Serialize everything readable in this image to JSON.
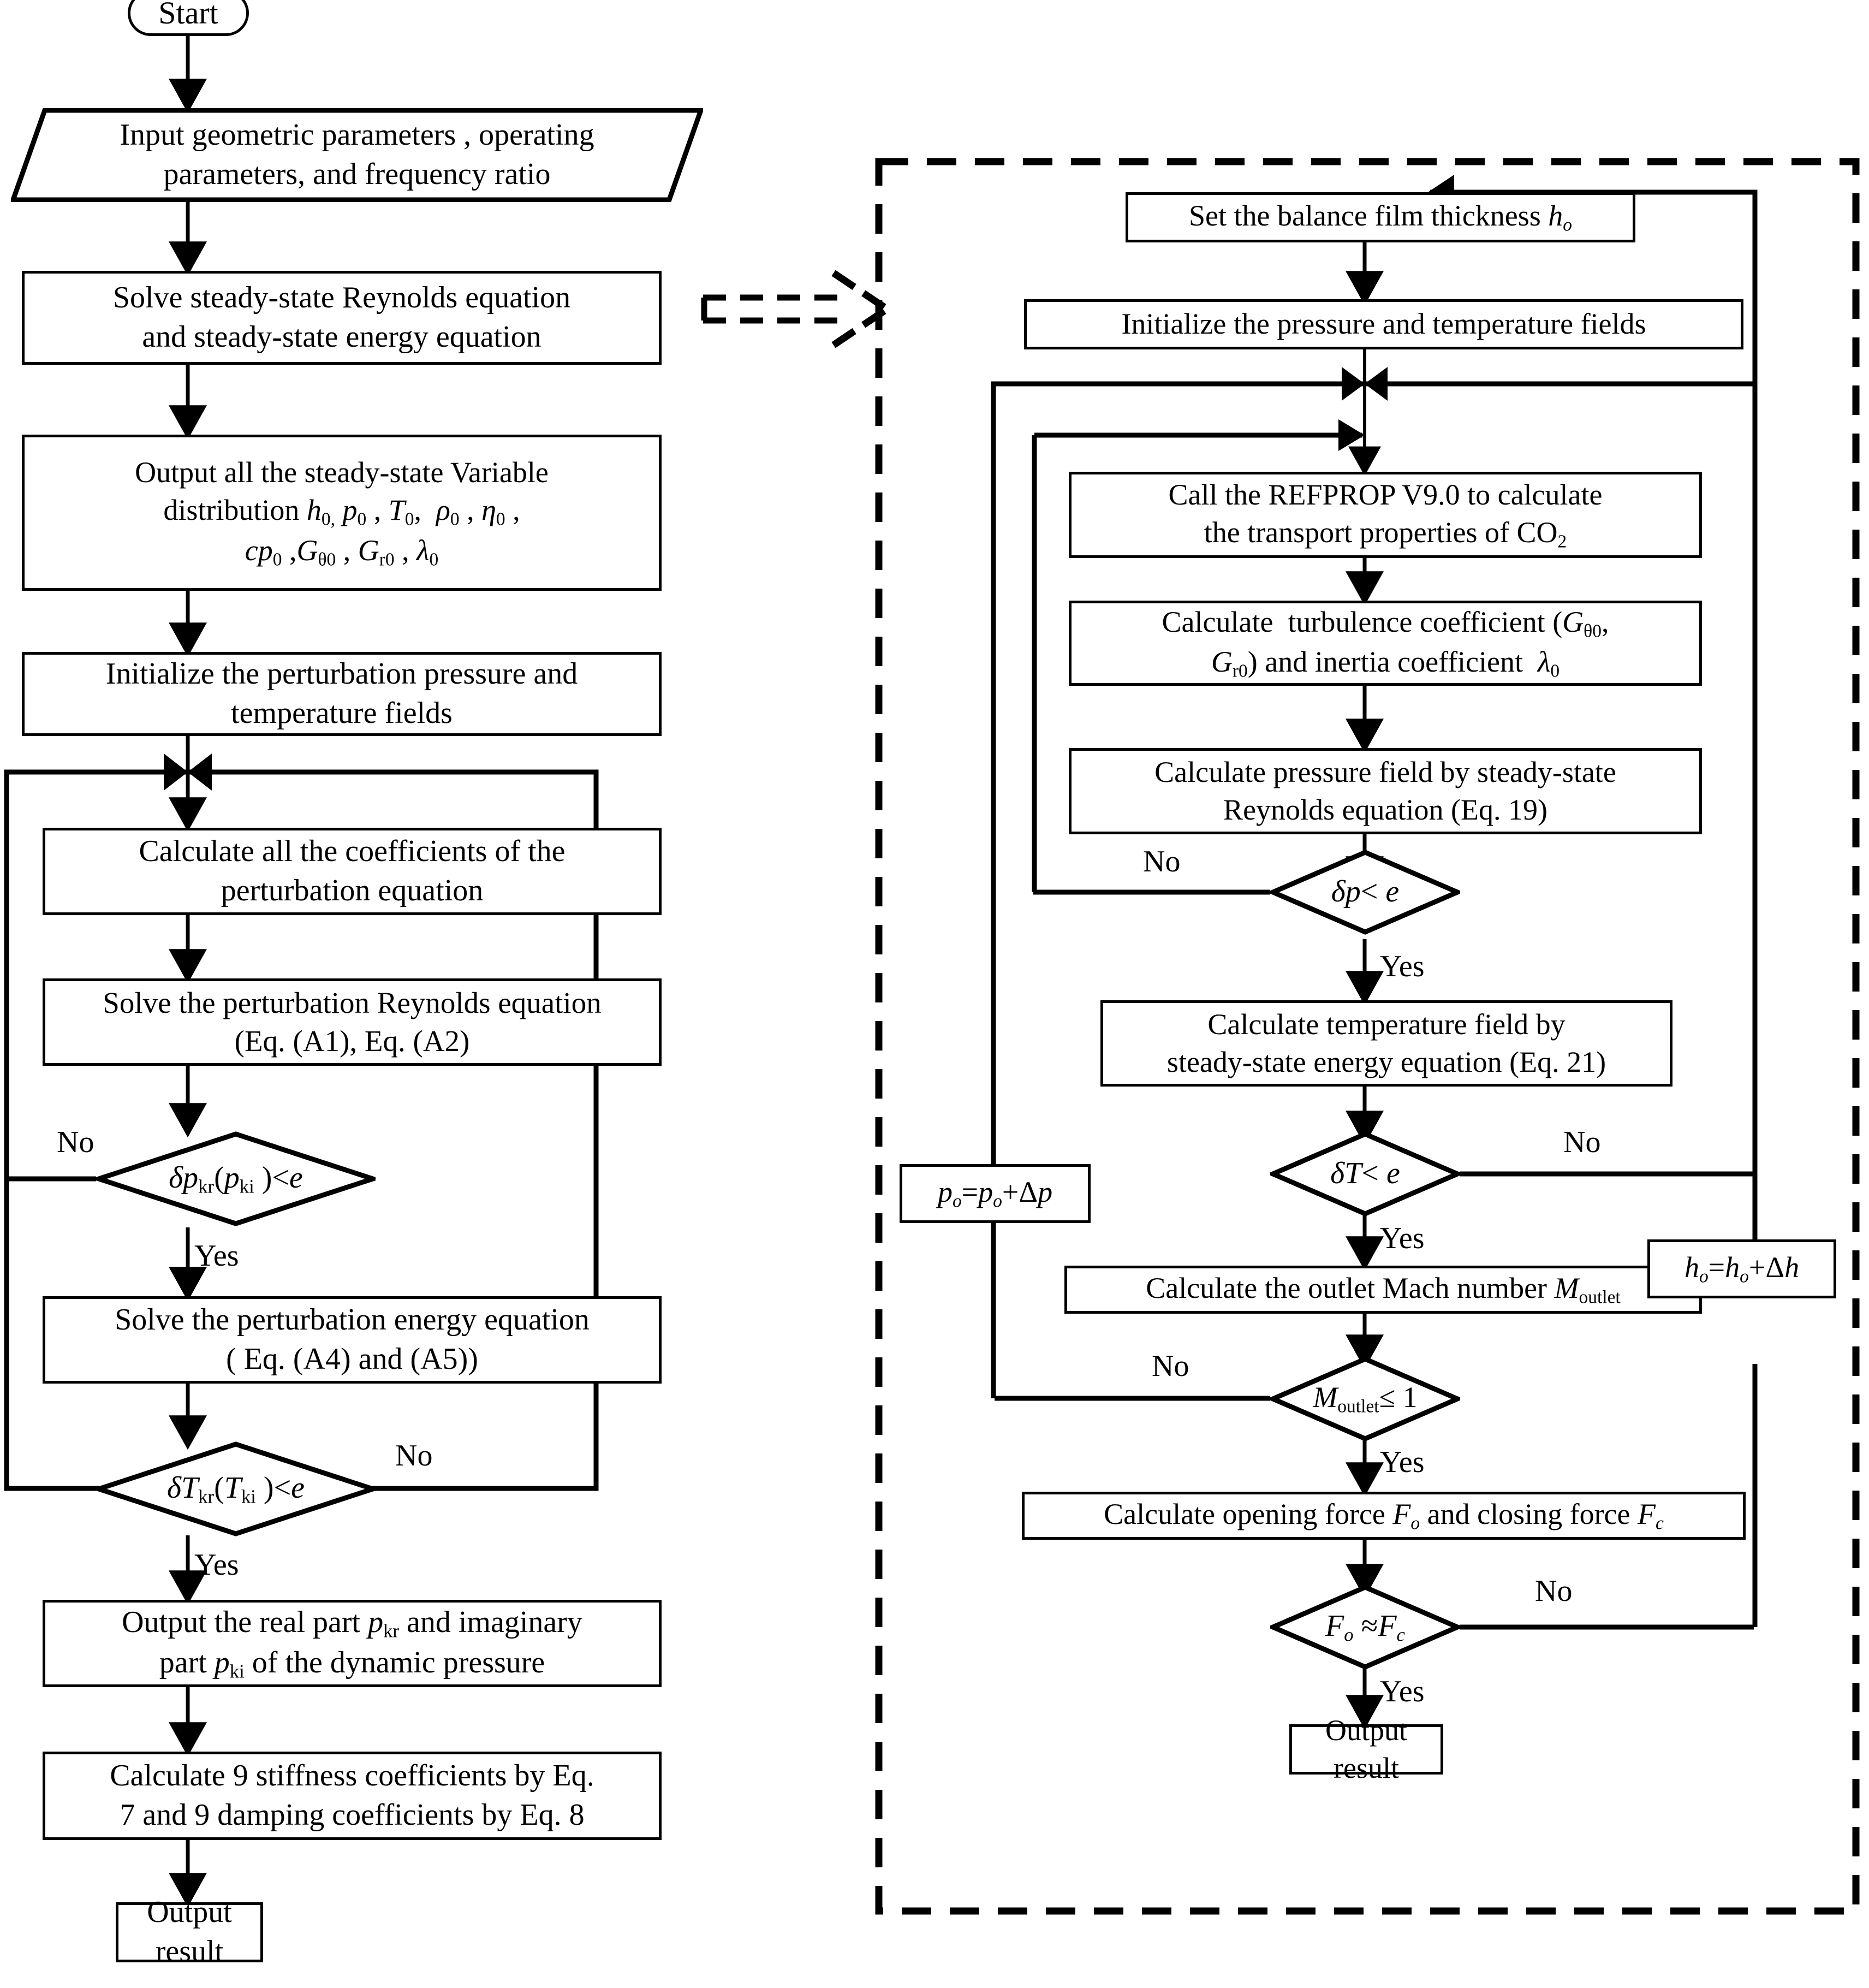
{
  "diagram": {
    "title": "Numerical solution flowchart for dynamic characteristics of CO2 dry gas seal",
    "type": "flowchart",
    "colors": {
      "line": "#000000",
      "fill": "#ffffff",
      "text": "#000000"
    }
  },
  "left_branch": {
    "nodes": [
      {
        "id": "start",
        "shape": "terminator",
        "text": "Start"
      },
      {
        "id": "input",
        "shape": "parallelogram",
        "line1": "Input geometric parameters , operating",
        "line2": "parameters, and frequency ratio"
      },
      {
        "id": "solve_steady",
        "shape": "process",
        "line1": "Solve steady-state Reynolds equation",
        "line2": "and steady-state energy equation"
      },
      {
        "id": "output_steady",
        "shape": "process",
        "line1": "Output all the steady-state Variable",
        "line2_pre": "distribution ",
        "line2_vars": "h0, p0 , T0 , ρ0 , η0 ,",
        "line3": "cp0 ,Gθ0 , Gr0 , λ0"
      },
      {
        "id": "init_perturb",
        "shape": "process",
        "line1": "Initialize the perturbation pressure and",
        "line2": "temperature fields"
      },
      {
        "id": "calc_coeff",
        "shape": "process",
        "line1": "Calculate all the coefficients of the",
        "line2": "perturbation equation"
      },
      {
        "id": "solve_perturb_reynolds",
        "shape": "process",
        "line1": "Solve the perturbation Reynolds equation",
        "line2": "(Eq. (A1), Eq. (A2)"
      },
      {
        "id": "dec_pkr",
        "shape": "decision",
        "text": "δpkr(pki )<e"
      },
      {
        "id": "solve_perturb_energy",
        "shape": "process",
        "line1": "Solve the perturbation energy equation",
        "line2": "( Eq. (A4) and (A5))"
      },
      {
        "id": "dec_tkr",
        "shape": "decision",
        "text": "δTkr(Tki )<e"
      },
      {
        "id": "output_parts",
        "shape": "process",
        "line1": "Output the real part pkr and imaginary",
        "line2": "part pki of the dynamic pressure"
      },
      {
        "id": "calc_stiffness",
        "shape": "process",
        "line1": "Calculate 9 stiffness coefficients by Eq.",
        "line2": "7 and 9 damping coefficients by Eq. 8"
      },
      {
        "id": "output_result_left",
        "shape": "process",
        "text": "Output result"
      }
    ],
    "edge_labels": {
      "pkr_no": "No",
      "pkr_yes": "Yes",
      "tkr_no": "No",
      "tkr_yes": "Yes"
    }
  },
  "right_branch": {
    "container": {
      "style": "dashed-box"
    },
    "nodes": [
      {
        "id": "set_film",
        "shape": "process",
        "text": "Set the balance film thickness ho"
      },
      {
        "id": "init_pt",
        "shape": "process",
        "text": "Initialize the pressure and temperature fields"
      },
      {
        "id": "refprop",
        "shape": "process",
        "line1": "Call the REFPROP V9.0 to calculate",
        "line2": "the transport properties of CO2"
      },
      {
        "id": "turbulence",
        "shape": "process",
        "line1": "Calculate  turbulence coefficient (Gθ0,",
        "line2": "Gr0) and inertia coefficient  λ0"
      },
      {
        "id": "pressure_field",
        "shape": "process",
        "line1": "Calculate  pressure field by steady-state",
        "line2": "Reynolds equation (Eq. 19)"
      },
      {
        "id": "dec_dp",
        "shape": "decision",
        "text": "δp< e"
      },
      {
        "id": "temperature_field",
        "shape": "process",
        "line1": "Calculate  temperature field by",
        "line2": "steady-state energy equation (Eq. 21)"
      },
      {
        "id": "dec_dt",
        "shape": "decision",
        "text": "δT< e"
      },
      {
        "id": "mach",
        "shape": "process",
        "text": "Calculate the outlet Mach number Moutlet"
      },
      {
        "id": "dec_mach",
        "shape": "decision",
        "text": "Moutlet≤ 1"
      },
      {
        "id": "forces",
        "shape": "process",
        "text": "Calculate opening force Fo and closing force Fc"
      },
      {
        "id": "dec_force",
        "shape": "decision",
        "text": "Fo ≈Fc"
      },
      {
        "id": "output_result_right",
        "shape": "process",
        "text": "Output result"
      },
      {
        "id": "update_p",
        "shape": "process",
        "text": "po=po+Δp"
      },
      {
        "id": "update_h",
        "shape": "process",
        "text": "ho=ho+Δh"
      }
    ],
    "edge_labels": {
      "dp_no": "No",
      "dp_yes": "Yes",
      "dt_no": "No",
      "dt_yes": "Yes",
      "mach_no": "No",
      "mach_yes": "Yes",
      "force_no": "No",
      "force_yes": "Yes"
    }
  }
}
